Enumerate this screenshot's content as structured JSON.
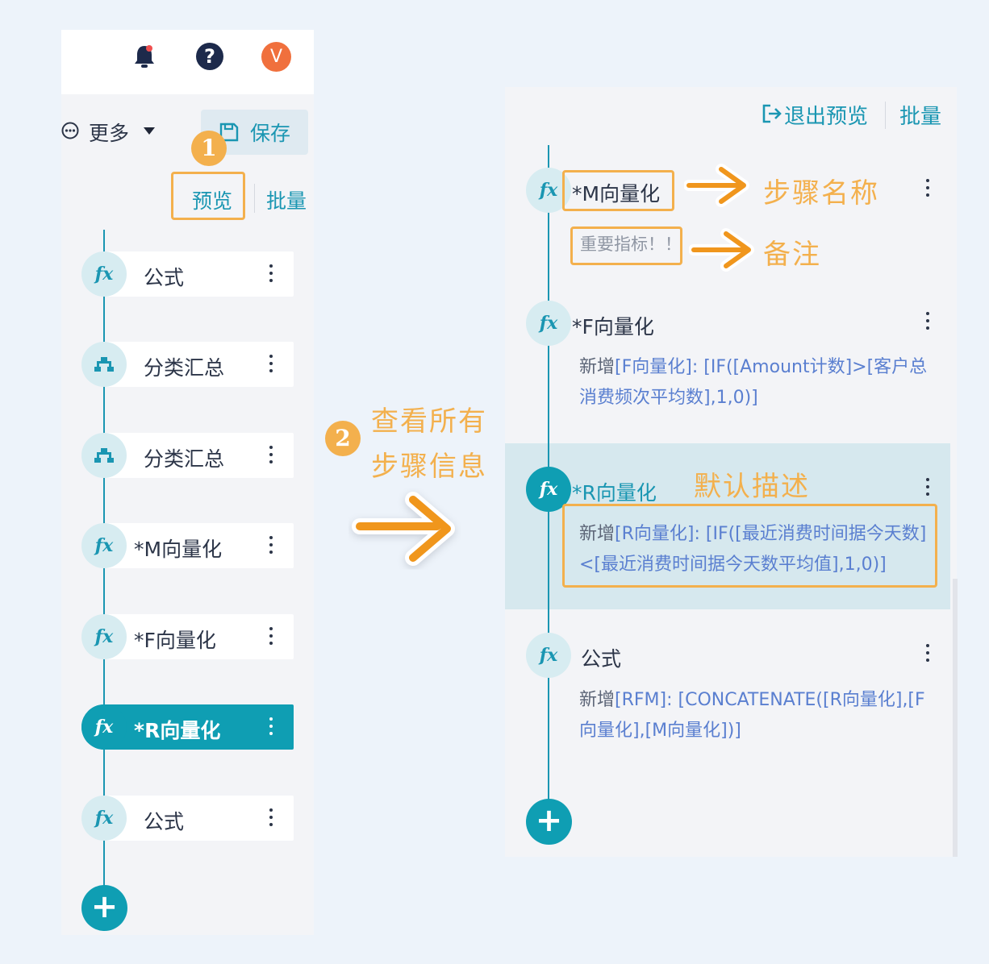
{
  "left": {
    "header": {
      "avatar_letter": "V",
      "help_glyph": "?"
    },
    "toolbar": {
      "more_label": "更多",
      "save_label": "保存"
    },
    "preview_label": "预览",
    "batch_label": "批量",
    "steps": [
      {
        "label": "公式",
        "icon": "fx-icon"
      },
      {
        "label": "分类汇总",
        "icon": "hierarchy-icon"
      },
      {
        "label": "分类汇总",
        "icon": "hierarchy-icon"
      },
      {
        "label": "*M向量化",
        "icon": "fx-icon"
      },
      {
        "label": "*F向量化",
        "icon": "fx-icon"
      },
      {
        "label": "*R向量化",
        "icon": "fx-icon",
        "active": true
      },
      {
        "label": "公式",
        "icon": "fx-icon"
      }
    ],
    "add_glyph": "+"
  },
  "annotations": {
    "badge_1": "1",
    "badge_2": "2",
    "view_all_line1": "查看所有",
    "view_all_line2": "步骤信息",
    "step_name": "步骤名称",
    "note": "备注",
    "default_desc": "默认描述"
  },
  "right": {
    "exit_preview_label": "退出预览",
    "batch_label": "批量",
    "steps": [
      {
        "name": "*M向量化",
        "note": "重要指标！！"
      },
      {
        "name": "*F向量化",
        "desc_prefix": "新增",
        "desc_body": "[F向量化]: [IF([Amount计数]>[客户总消费频次平均数],1,0)]"
      },
      {
        "name": "*R向量化",
        "desc_prefix": "新增",
        "desc_body": "[R向量化]: [IF([最近消费时间据今天数]<[最近消费时间据今天数平均值],1,0)]",
        "active": true
      },
      {
        "name": "公式",
        "desc_prefix": "新增",
        "desc_body": "[RFM]: [CONCATENATE([R向量化],[F向量化],[M向量化])]"
      }
    ],
    "fx_glyph": "fx",
    "add_glyph": "+"
  },
  "colors": {
    "accent": "#1a96b2",
    "active_fill": "#0f9eb3",
    "annotation": "#f3b04d",
    "highlight_bg": "#d6e8ee"
  }
}
